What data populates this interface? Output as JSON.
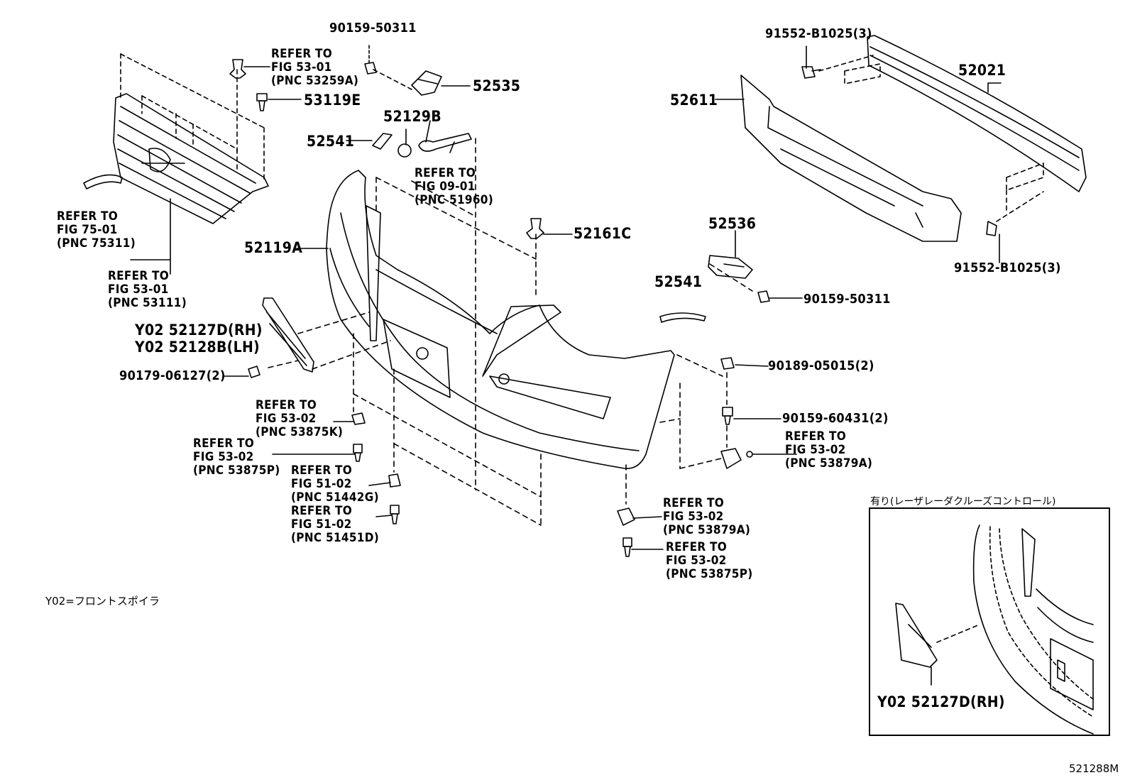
{
  "labels": {
    "p90159_50311_top": "90159-50311",
    "p91552_top": "91552-B1025(3)",
    "p52021": "52021",
    "p52535": "52535",
    "p53119e": "53119E",
    "p52129b": "52129B",
    "p52611": "52611",
    "p52541_left": "52541",
    "p52161c": "52161C",
    "p52119a": "52119A",
    "p52536": "52536",
    "p91552_bottom": "91552-B1025(3)",
    "p52541_right": "52541",
    "p90159_50311_right": "90159-50311",
    "p52127d": "Y02 52127D(RH)",
    "p52128b": "Y02 52128B(LH)",
    "p90179": "90179-06127(2)",
    "p90189": "90189-05015(2)",
    "p90159_60431": "90159-60431(2)",
    "inset_part": "Y02 52127D(RH)"
  },
  "refs": {
    "r_53259a": [
      "REFER TO",
      "FIG 53-01",
      "(PNC 53259A)"
    ],
    "r_51960": [
      "REFER TO",
      "FIG 09-01",
      "(PNC 51960)"
    ],
    "r_75311": [
      "REFER TO",
      "FIG 75-01",
      "(PNC 75311)"
    ],
    "r_53111": [
      "REFER TO",
      "FIG 53-01",
      "(PNC 53111)"
    ],
    "r_53875k": [
      "REFER TO",
      "FIG 53-02",
      "(PNC 53875K)"
    ],
    "r_53875p_left": [
      "REFER TO",
      "FIG 53-02",
      "(PNC 53875P)"
    ],
    "r_51442g": [
      "REFER TO",
      "FIG 51-02",
      "(PNC 51442G)"
    ],
    "r_51451d": [
      "REFER TO",
      "FIG 51-02",
      "(PNC 51451D)"
    ],
    "r_53879a_mid": [
      "REFER TO",
      "FIG 53-02",
      "(PNC 53879A)"
    ],
    "r_53875p_mid": [
      "REFER TO",
      "FIG 53-02",
      "(PNC 53875P)"
    ],
    "r_53879a_right": [
      "REFER TO",
      "FIG 53-02",
      "(PNC 53879A)"
    ]
  },
  "notes": {
    "y02_note": "Y02=フロントスポイラ",
    "inset_title": "有り(レーザレーダクルーズコントロール)",
    "diagram_id": "521288M"
  }
}
